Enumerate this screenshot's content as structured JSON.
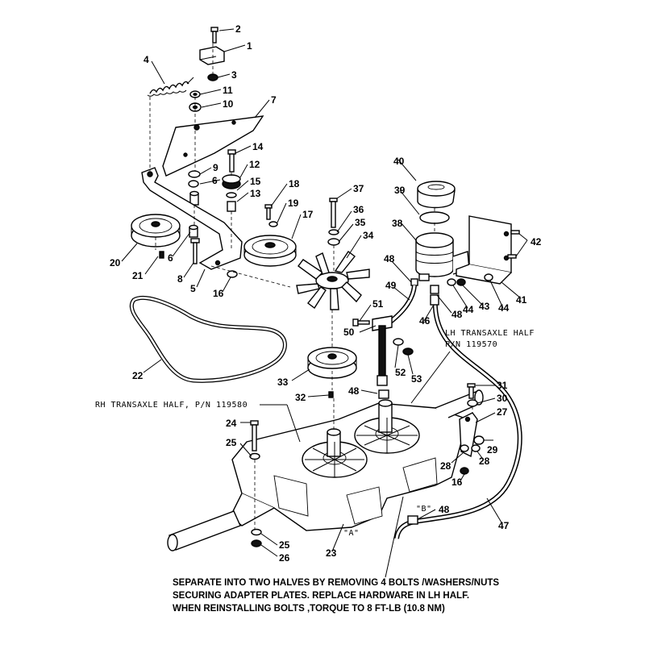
{
  "callouts": {
    "c1": "1",
    "c2": "2",
    "c3": "3",
    "c4": "4",
    "c5": "5",
    "c6a": "6",
    "c6b": "6",
    "c7": "7",
    "c8": "8",
    "c9": "9",
    "c10": "10",
    "c11": "11",
    "c12": "12",
    "c13": "13",
    "c14": "14",
    "c15": "15",
    "c16a": "16",
    "c16b": "16",
    "c17": "17",
    "c18": "18",
    "c19": "19",
    "c20": "20",
    "c21": "21",
    "c22": "22",
    "c23": "23",
    "c24": "24",
    "c25a": "25",
    "c25b": "25",
    "c26": "26",
    "c27": "27",
    "c28a": "28",
    "c28b": "28",
    "c29": "29",
    "c30": "30",
    "c31": "31",
    "c32": "32",
    "c33": "33",
    "c34": "34",
    "c35": "35",
    "c36": "36",
    "c37": "37",
    "c38": "38",
    "c39": "39",
    "c40": "40",
    "c41": "41",
    "c42": "42",
    "c43": "43",
    "c44a": "44",
    "c44b": "44",
    "c46": "46",
    "c47": "47",
    "c48a": "48",
    "c48b": "48",
    "c48c": "48",
    "c48d": "48",
    "c49": "49",
    "c50": "50",
    "c51": "51",
    "c52": "52",
    "c53": "53"
  },
  "labels": {
    "rh_transaxle": "RH TRANSAXLE HALF, P/N 119580",
    "lh_transaxle_line1": "LH TRANSAXLE HALF",
    "lh_transaxle_line2": "P/N 119570",
    "point_a": "\"A\"",
    "point_b": "\"B\""
  },
  "note": {
    "line1": "SEPARATE INTO TWO HALVES BY REMOVING 4 BOLTS /WASHERS/NUTS",
    "line2": "SECURING ADAPTER PLATES.  REPLACE HARDWARE IN LH HALF.",
    "line3": "WHEN REINSTALLING BOLTS ,TORQUE TO 8 FT-LB (10.8 NM)"
  }
}
